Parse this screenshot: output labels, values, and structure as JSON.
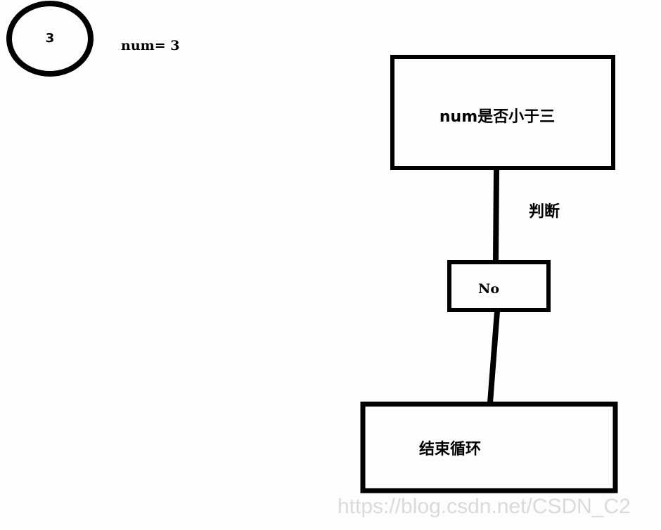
{
  "diagram": {
    "circle_value": "3",
    "variable_label": "num= 3",
    "condition_box": "num是否小于三",
    "edge_label_judge": "判断",
    "result_box": "No",
    "end_box": "结束循环"
  },
  "watermark": "https://blog.csdn.net/CSDN_C2",
  "colors": {
    "stroke": "#000000",
    "background": "#fdfdfd",
    "watermark": "#d8dadd"
  }
}
